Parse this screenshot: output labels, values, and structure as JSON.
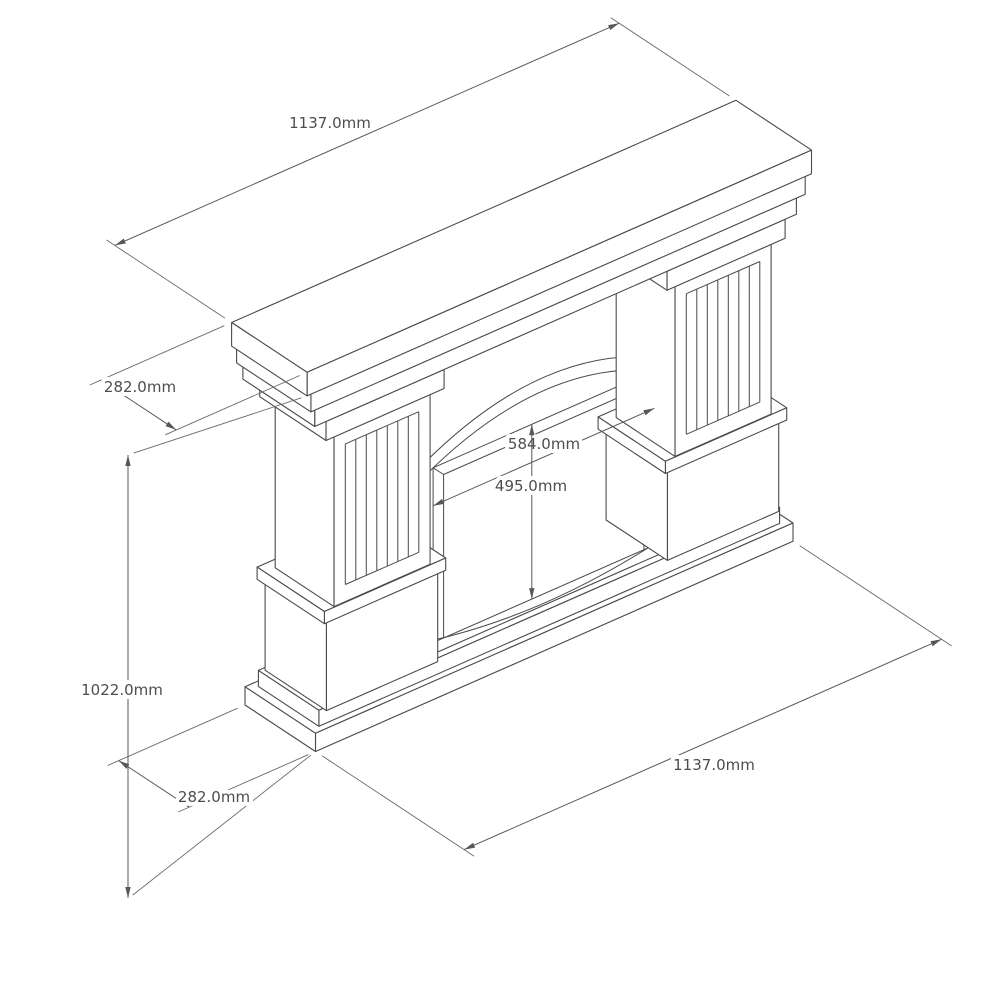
{
  "diagram": {
    "subject": "Fireplace mantel surround - isometric technical drawing",
    "style": "line drawing, white background, grey outlines",
    "line_color": "#4a4a4a",
    "dimension_color": "#585858",
    "dimensions": {
      "top_width": "1137.0mm",
      "shelf_depth": "282.0mm",
      "opening_width": "584.0mm",
      "opening_height": "495.0mm",
      "overall_height": "1022.0mm",
      "base_depth": "282.0mm",
      "base_width": "1137.0mm"
    }
  }
}
